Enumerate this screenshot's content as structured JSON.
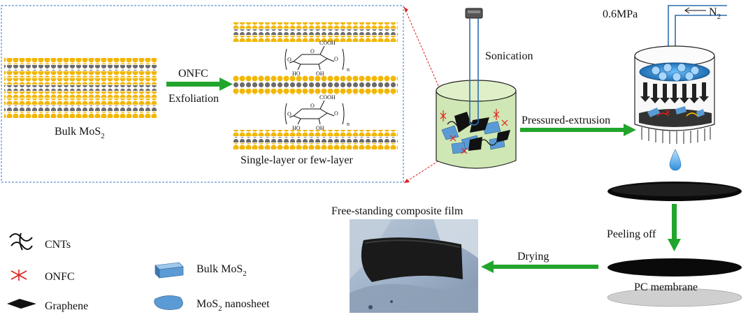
{
  "exfoliation": {
    "bulk_label": "Bulk MoS",
    "bulk_sub": "2",
    "arrow_top": "ONFC",
    "arrow_bottom": "Exfoliation",
    "result_label": "Single-layer or few-layer",
    "chem_cooh": "COOH",
    "chem_ho": "HO",
    "chem_oh": "OH",
    "chem_o": "O",
    "chem_n": "n"
  },
  "process": {
    "sonication": "Sonication",
    "pressured_extrusion": "Pressured-extrusion",
    "pressure": "0.6MPa",
    "gas": "N",
    "gas_sub": "2",
    "peeling_off": "Peeling off",
    "pc_membrane": "PC membrane",
    "drying": "Drying",
    "film_title": "Free-standing composite film"
  },
  "legend": {
    "cnts": "CNTs",
    "onfc": "ONFC",
    "graphene": "Graphene",
    "bulk_mos2": "Bulk MoS",
    "bulk_mos2_sub": "2",
    "nanosheet_pre": "MoS",
    "nanosheet_sub": "2",
    "nanosheet_post": " nanosheet"
  },
  "colors": {
    "sulfur": "#f2b705",
    "molybdenum": "#6b6b6b",
    "green_arrow": "#22a52c",
    "dashed_box": "#3b78c9",
    "red_dashed": "#e02020",
    "beaker_liquid": "#cfe7b4",
    "mos2_blue": "#5b9bd5",
    "onfc_red": "#e0201b",
    "filter_disk": "#2e7fc4"
  }
}
